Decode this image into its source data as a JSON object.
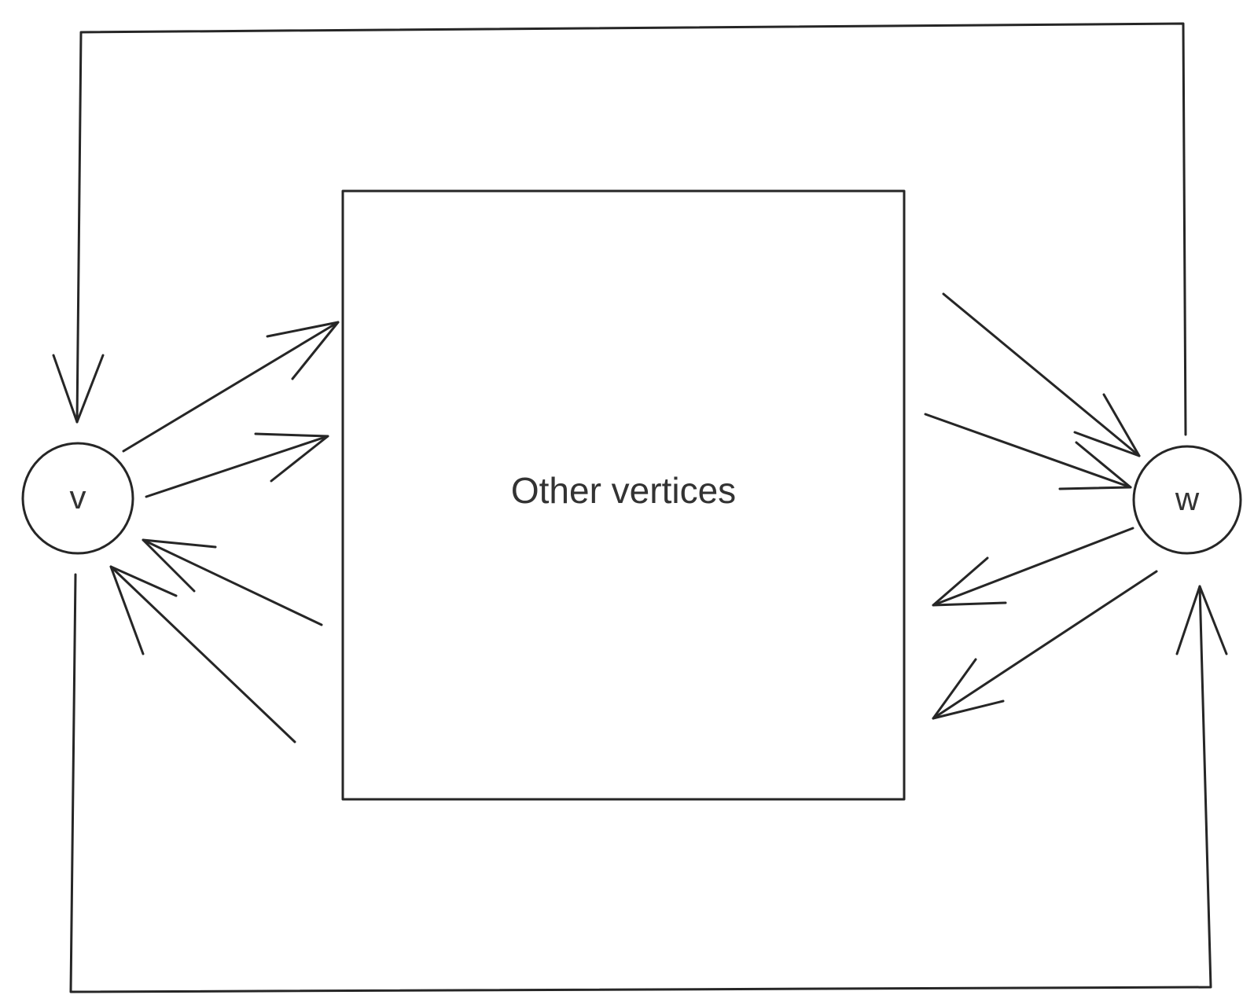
{
  "diagram": {
    "nodes": [
      {
        "id": "v",
        "label": "v"
      },
      {
        "id": "w",
        "label": "w"
      }
    ],
    "group": {
      "label": "Other vertices"
    },
    "edges": [
      {
        "from": "w",
        "to": "v",
        "route": "top-loop"
      },
      {
        "from": "v",
        "to": "w",
        "route": "bottom-loop"
      },
      {
        "from": "v",
        "to": "group"
      },
      {
        "from": "v",
        "to": "group"
      },
      {
        "from": "group",
        "to": "v"
      },
      {
        "from": "group",
        "to": "v"
      },
      {
        "from": "group",
        "to": "w"
      },
      {
        "from": "group",
        "to": "w"
      },
      {
        "from": "w",
        "to": "group"
      },
      {
        "from": "w",
        "to": "group"
      }
    ],
    "colors": {
      "stroke": "#262626",
      "text": "#333333",
      "background": "#ffffff"
    }
  }
}
